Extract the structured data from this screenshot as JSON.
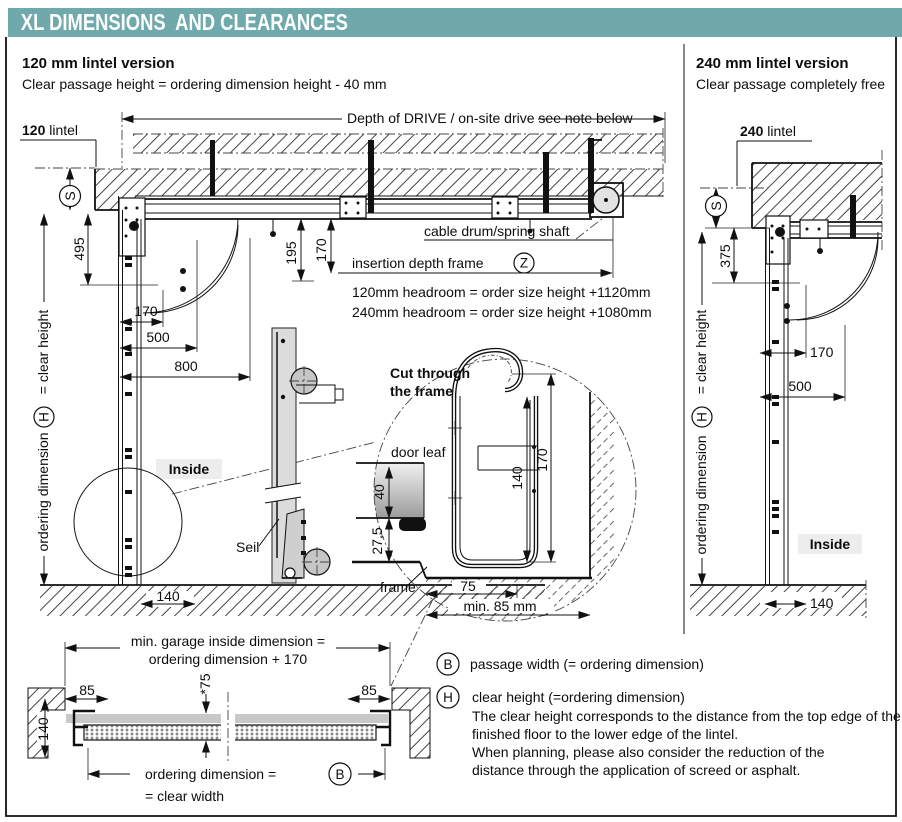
{
  "header": {
    "title": "XL DIMENSIONS  AND CLEARANCES",
    "accent": "#6fa9ab"
  },
  "left": {
    "title": "120 mm lintel version",
    "subtitle": "Clear passage height = ordering dimension height - 40 mm",
    "lintel_num": "120",
    "lintel_word": " lintel",
    "depth_label": "Depth of DRIVE / on-site drive see note below",
    "cable_label": "cable drum/spring shaft",
    "insertion_label": "insertion depth frame",
    "z_symbol": "Z",
    "headroom_note_120": "120mm headroom = order size height +1120mm",
    "headroom_note_240": "240mm headroom = order size height +1080mm",
    "s_symbol": "S",
    "dim_495": "495",
    "dim_170_side": "170",
    "dim_500": "500",
    "dim_800": "800",
    "dim_195": "195",
    "dim_170_depth": "170",
    "dim_140_floor": "140",
    "ordering_dim_text": "ordering dimension",
    "h_symbol": "H",
    "clear_height_text": "= clear height",
    "inside_label": "Inside",
    "seil_label": "Seil"
  },
  "right": {
    "title": "240 mm lintel version",
    "subtitle": "Clear passage completely free",
    "lintel_num": "240",
    "lintel_word": " lintel",
    "s_symbol": "S",
    "dim_375": "375",
    "dim_170": "170",
    "dim_500": "500",
    "dim_140_floor": "140",
    "ordering_dim_text": "ordering dimension",
    "h_symbol": "H",
    "clear_height_text": "= clear height",
    "inside_label": "Inside"
  },
  "detail": {
    "title_line1": "Cut through",
    "title_line2": "the frame",
    "door_leaf_label": "door leaf",
    "frame_label": "frame",
    "dim_40": "40",
    "dim_27_5": "27,5",
    "dim_140": "140",
    "dim_170": "170",
    "dim_75": "75",
    "dim_min85": "min. 85 mm"
  },
  "plan": {
    "garage_dim_line1": "min. garage inside dimension =",
    "garage_dim_line2": "ordering dimension + 170",
    "dim_85_left": "85",
    "dim_85_right": "85",
    "dim_75": "*75",
    "dim_140": "140",
    "ordering_text": "ordering dimension =",
    "b_symbol": "B",
    "clear_width_text": "= clear width"
  },
  "legend": {
    "b_symbol": "B",
    "b_text": "passage width (= ordering dimension)",
    "h_symbol": "H",
    "h_text": "clear height (=ordering dimension)",
    "h_note_lines": [
      "The clear height corresponds to the distance from the top edge of the",
      "finished floor to the lower edge of the lintel.",
      "When planning, please also consider the reduction of the",
      "distance through the application of screed or asphalt."
    ]
  }
}
